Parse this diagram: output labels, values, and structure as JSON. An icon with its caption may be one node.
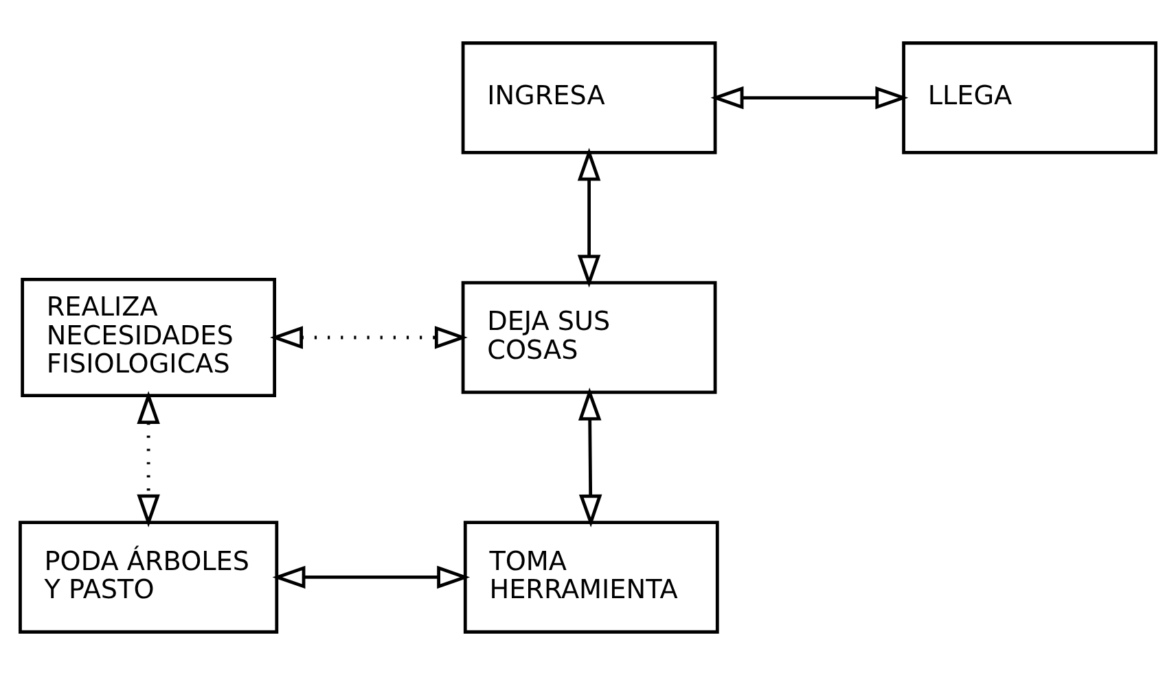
{
  "diagram": {
    "nodes": [
      {
        "text": [
          "INGRESA"
        ]
      },
      {
        "text": [
          "LLEGA"
        ]
      },
      {
        "text": [
          "REALIZA NECESIDADES FISIOLOGICAS"
        ]
      },
      {
        "text": [
          "DEJA SUS COSAS"
        ]
      },
      {
        "text": [
          "PODA ÁRBOLES Y PASTO"
        ]
      },
      {
        "text": [
          "TOMA HERRAMIENTA"
        ]
      }
    ],
    "edges": [
      {
        "from": 0,
        "to": 1,
        "arrow": "both"
      },
      {
        "from": 0,
        "to": 3,
        "arrow": "both"
      },
      {
        "from": 2,
        "to": 3,
        "arrow": "both",
        "style": "dashed"
      },
      {
        "from": 2,
        "to": 4,
        "arrow": "both",
        "style": "dashed"
      },
      {
        "from": 3,
        "to": 5,
        "arrow": "both"
      },
      {
        "from": 4,
        "to": 5,
        "arrow": "both"
      }
    ]
  }
}
